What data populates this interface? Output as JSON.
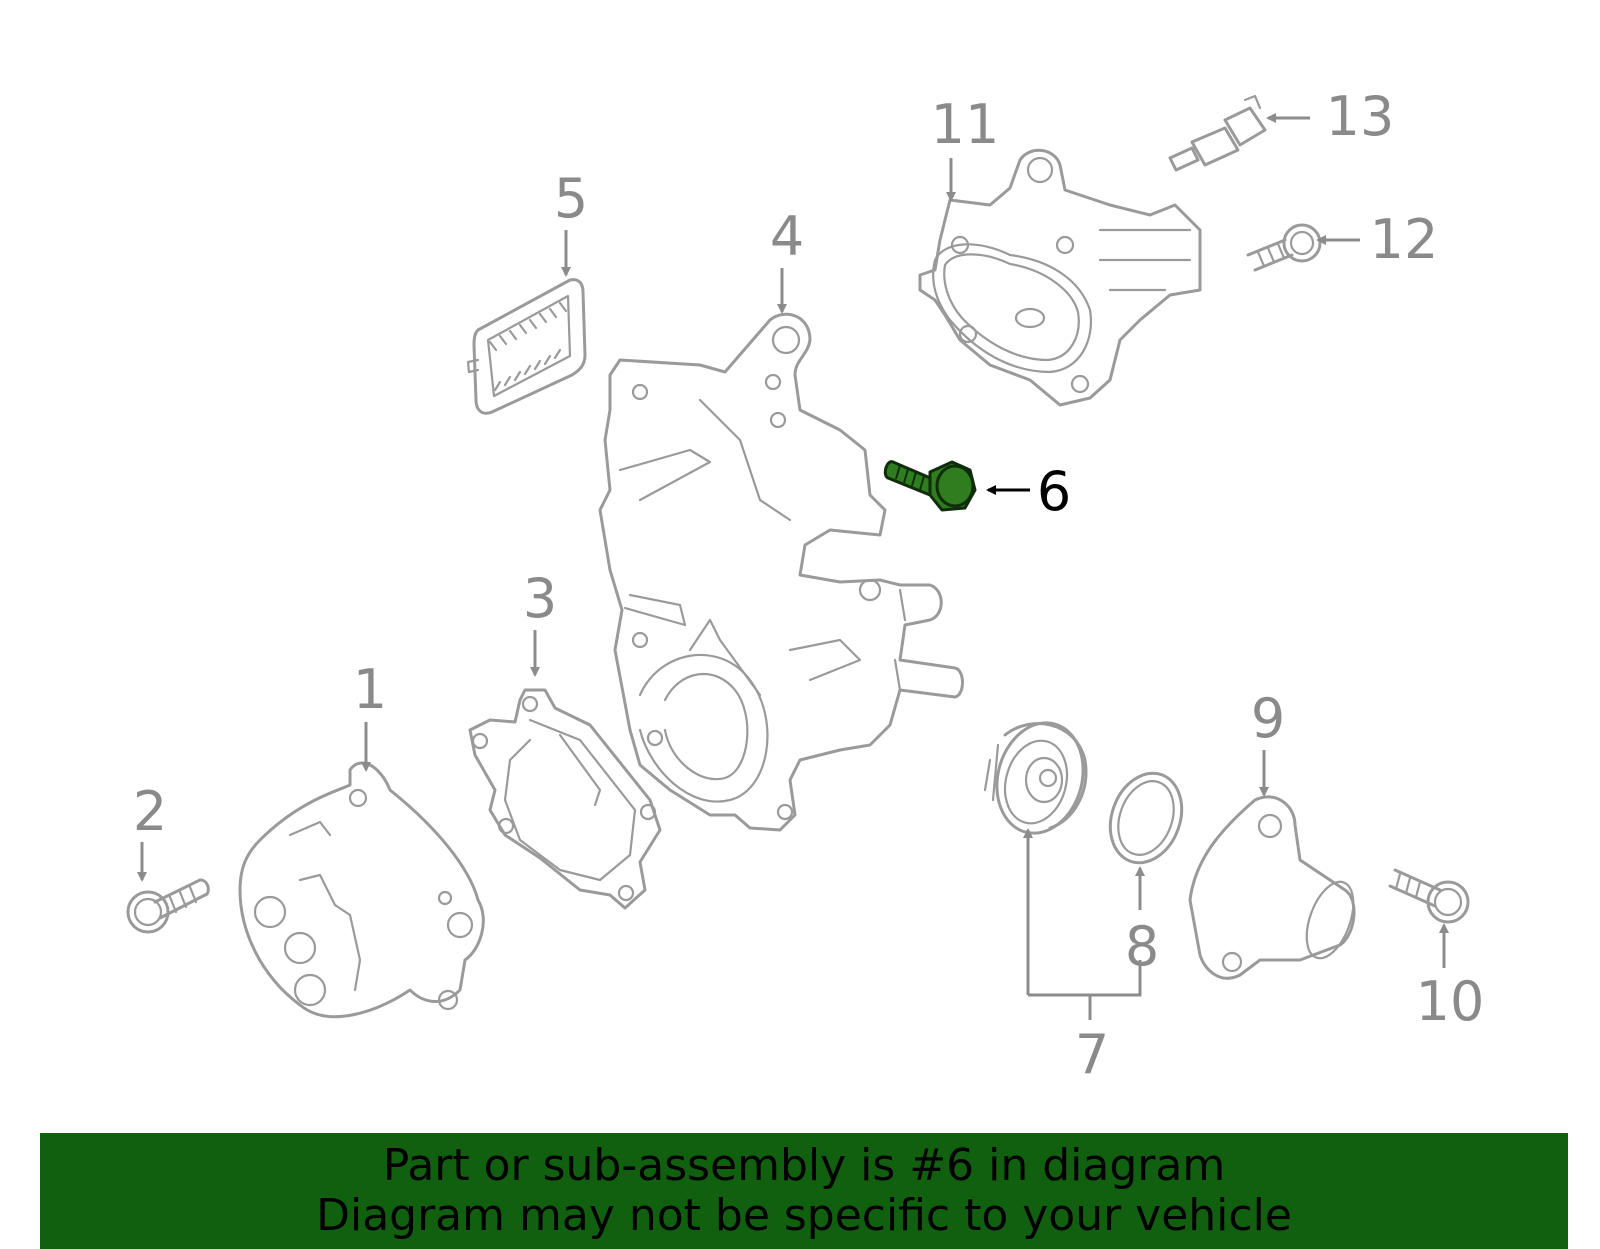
{
  "callouts": {
    "c1": "1",
    "c2": "2",
    "c3": "3",
    "c4": "4",
    "c5": "5",
    "c6": "6",
    "c7": "7",
    "c8": "8",
    "c9": "9",
    "c10": "10",
    "c11": "11",
    "c12": "12",
    "c13": "13"
  },
  "highlighted_part": "6",
  "colors": {
    "highlight_part": "#2f7d1e",
    "banner_background": "#106010",
    "part_outline": "#9a9a9a",
    "callout_text": "#8a8a8a"
  },
  "banner": {
    "line1": "Part or sub-assembly is #6 in diagram",
    "line2": "Diagram may not be specific to your vehicle"
  }
}
